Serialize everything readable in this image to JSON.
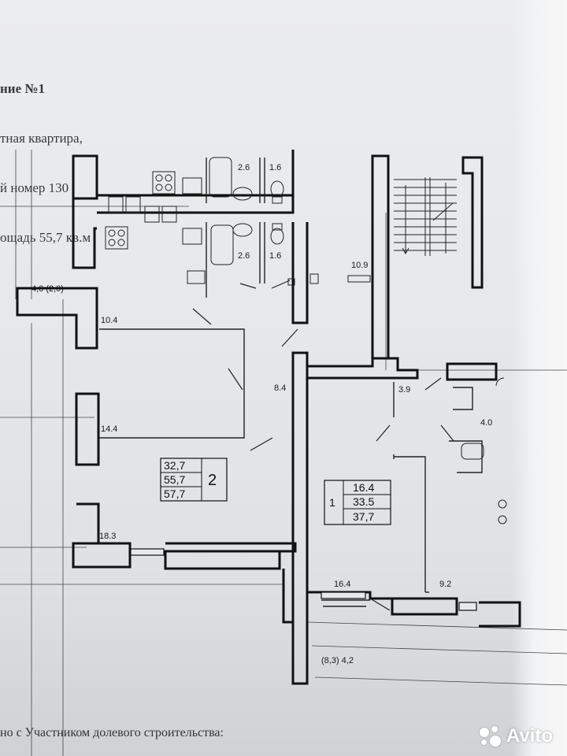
{
  "caption": {
    "line1": "ние №1",
    "line2": "тная квартира,",
    "line3": "й номер 130",
    "line4": "ощадь 55,7 кв.м"
  },
  "plan_labels": {
    "bath_top": "2.6",
    "wc_top": "1.6",
    "bath_mid": "2.6",
    "wc_mid": "1.6",
    "corridor": "10.9",
    "balcony": "4,0 (2,0)",
    "kitchen": "10.4",
    "hall": "8.4",
    "bedroom": "14.4",
    "living": "18.3",
    "hall_right": "3.9",
    "bath_right": "4.0",
    "room_right": "16.4",
    "kitchen_right": "9.2",
    "balcony_bottom": "(8,3) 4,2"
  },
  "apartment_2": {
    "living_area": "32,7",
    "total_area": "55,7",
    "area_with_balcony": "57,7",
    "rooms": "2"
  },
  "apartment_1": {
    "rooms": "1",
    "living_area": "16.4",
    "total_area": "33.5",
    "area_with_balcony": "37,7"
  },
  "footer": {
    "text": "но с Участником долевого строительства:"
  },
  "watermark": {
    "brand": "Avito"
  },
  "colors": {
    "wall": "#111111",
    "paper": "#e8e9eb"
  }
}
